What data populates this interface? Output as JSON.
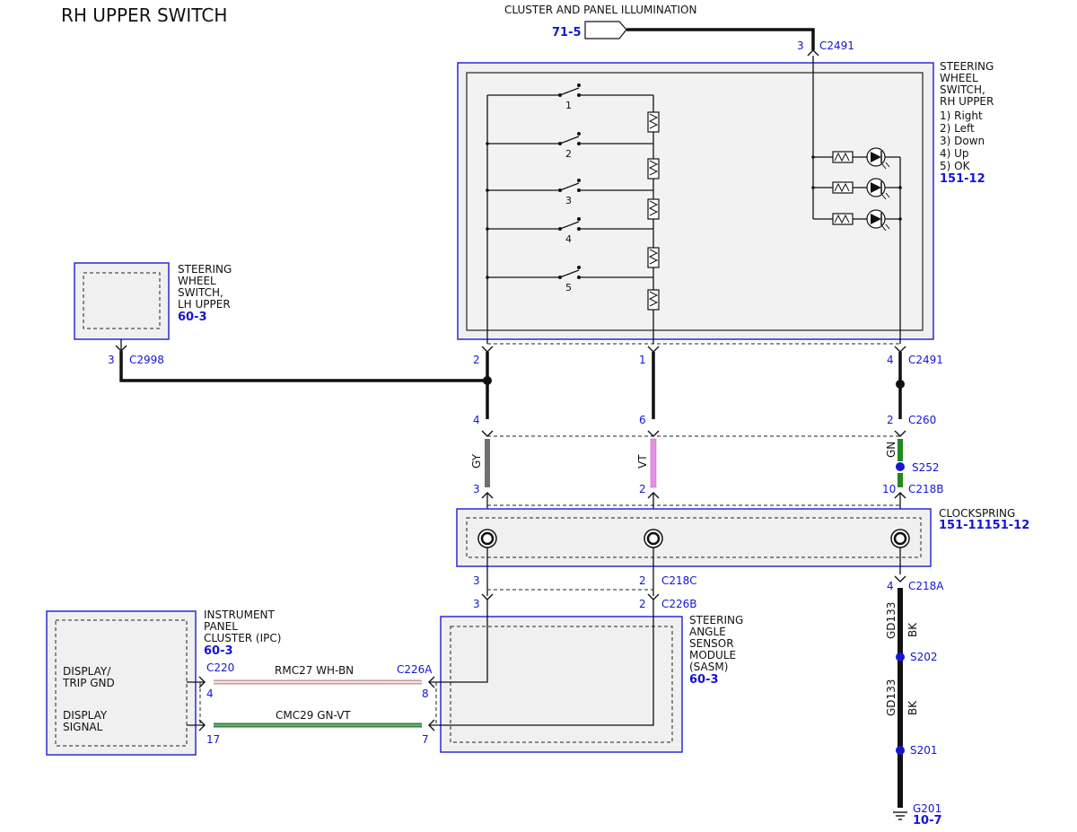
{
  "title": "RH UPPER SWITCH",
  "illumination": {
    "label": "CLUSTER AND PANEL ILLUMINATION",
    "ref": "71-5",
    "pin": "3",
    "connector": "C2491"
  },
  "rh_switch": {
    "lines": [
      "STEERING",
      "WHEEL",
      "SWITCH,",
      "RH UPPER",
      "1) Right",
      "2) Left",
      "3) Down",
      "4) Up",
      "5) OK"
    ],
    "ref": "151-12",
    "switch_numbers": [
      "1",
      "2",
      "3",
      "4",
      "5"
    ]
  },
  "lh_switch": {
    "lines": [
      "STEERING",
      "WHEEL",
      "SWITCH,",
      "LH UPPER"
    ],
    "ref": "60-3",
    "pin": "3",
    "connector": "C2998"
  },
  "connectors": {
    "c2491_left_pin": "2",
    "c2491_mid_pin": "1",
    "c2491_right_pin": "4",
    "c2491_right_name": "C2491",
    "c260_left_pin": "4",
    "c260_mid_pin": "6",
    "c260_right_pin": "2",
    "c260_name": "C260",
    "s252": "S252",
    "c218b_left_pin": "3",
    "c218b_mid_pin": "2",
    "c218b_right_pin": "10",
    "c218b_name": "C218B",
    "c218c_left_pin": "3",
    "c218c_mid_pin": "2",
    "c218c_name": "C218C",
    "c226b_left_pin": "3",
    "c226b_mid_pin": "2",
    "c226b_name": "C226B",
    "c218a_pin": "4",
    "c218a_name": "C218A",
    "s202": "S202",
    "s201": "S201",
    "g201": "G201",
    "g201_ref": "10-7"
  },
  "wire_colors": {
    "left": "GY",
    "mid": "VT",
    "right": "GN",
    "ground1_circuit": "GD133",
    "ground1_color": "BK",
    "ground2_circuit": "GD133",
    "ground2_color": "BK"
  },
  "clockspring": {
    "label": "CLOCKSPRING",
    "ref": "151-11151-12"
  },
  "ipc": {
    "lines": [
      "INSTRUMENT",
      "PANEL",
      "CLUSTER (IPC)"
    ],
    "ref": "60-3",
    "pin1_label1": "DISPLAY/",
    "pin1_label2": "TRIP GND",
    "pin2_label1": "DISPLAY",
    "pin2_label2": "SIGNAL",
    "connector": "C220",
    "pin1": "4",
    "pin2": "17"
  },
  "sasm": {
    "lines": [
      "STEERING",
      "ANGLE",
      "SENSOR",
      "MODULE",
      "(SASM)"
    ],
    "ref": "60-3",
    "connector": "C226A",
    "pin1": "8",
    "pin2": "7"
  },
  "bus_wires": {
    "upper": "RMC27 WH-BN",
    "lower": "CMC29 GN-VT"
  },
  "colors": {
    "blue": "#1515d6",
    "gray_wire": "#707070",
    "violet_wire": "#e88ee8",
    "green_wire": "#1f8a1f",
    "wh_bn_wire": "#c89a9a",
    "gn_vt_wire": "#3a7a3a"
  }
}
